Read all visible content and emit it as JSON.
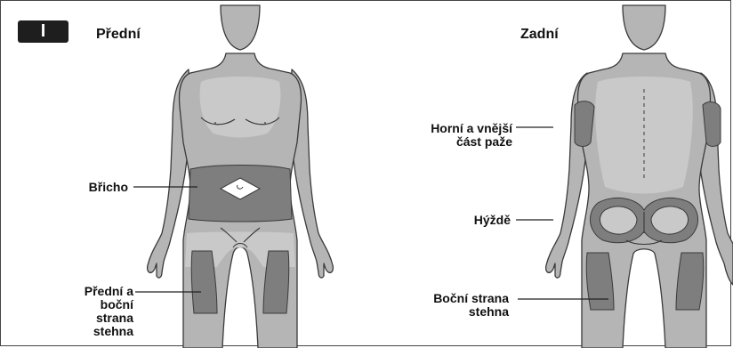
{
  "badge": "I",
  "front": {
    "title": "Přední",
    "labels": {
      "abdomen": "Břicho",
      "thigh_front": "Přední a\nboční\nstrana\nstehna"
    }
  },
  "back": {
    "title": "Zadní",
    "labels": {
      "upper_arm": "Horní a vnější\nčást paže",
      "buttocks": "Hýždě",
      "thigh_side": "Boční strana\nstehna"
    }
  },
  "colors": {
    "body": "#b5b5b5",
    "outline": "#3a3a3a",
    "highlight": "#c9c9c9",
    "injection_zone": "#7e7e7e"
  }
}
